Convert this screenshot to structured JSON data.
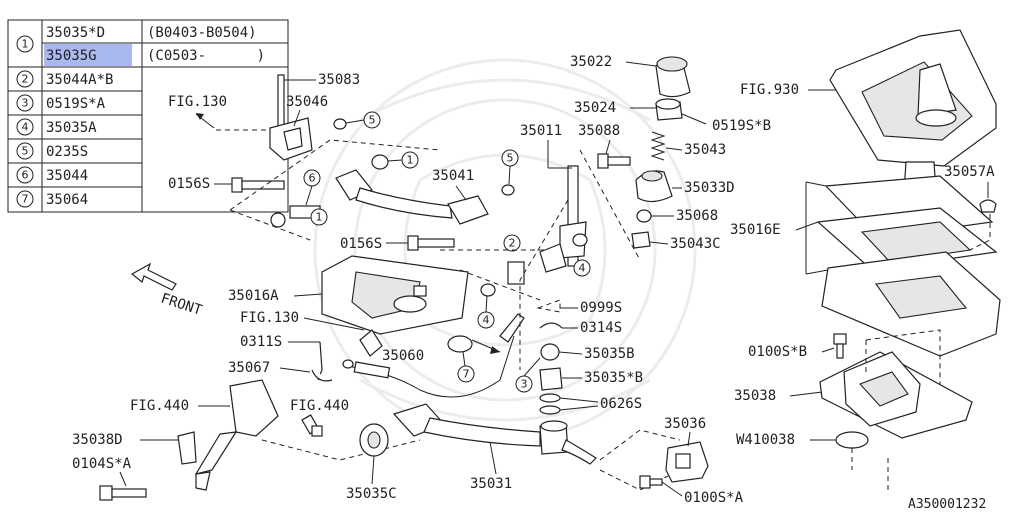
{
  "legend_table": {
    "rows": [
      {
        "num": "1",
        "entries": [
          {
            "part": "35035*D",
            "note": "(B0403-B0504)",
            "highlighted": false
          },
          {
            "part": "35035G",
            "note": "(C0503-      )",
            "highlighted": true
          }
        ]
      },
      {
        "num": "2",
        "entries": [
          {
            "part": "35044A*B",
            "note": "",
            "highlighted": false
          }
        ]
      },
      {
        "num": "3",
        "entries": [
          {
            "part": "0519S*A",
            "note": "",
            "highlighted": false
          }
        ]
      },
      {
        "num": "4",
        "entries": [
          {
            "part": "35035A",
            "note": "",
            "highlighted": false
          }
        ]
      },
      {
        "num": "5",
        "entries": [
          {
            "part": "0235S",
            "note": "",
            "highlighted": false
          }
        ]
      },
      {
        "num": "6",
        "entries": [
          {
            "part": "35044",
            "note": "",
            "highlighted": false
          }
        ]
      },
      {
        "num": "7",
        "entries": [
          {
            "part": "35064",
            "note": "",
            "highlighted": false
          }
        ]
      }
    ]
  },
  "labels": {
    "l35083": "35083",
    "fig130_top": "FIG.130",
    "l35046": "35046",
    "l0156s_a": "0156S",
    "l35041": "35041",
    "l0156s_b": "0156S",
    "l35011": "35011",
    "l35088": "35088",
    "l35022": "35022",
    "l35024": "35024",
    "l0519sb": "0519S*B",
    "l35043": "35043",
    "l35033d": "35033D",
    "l35068": "35068",
    "l35043c": "35043C",
    "front": "FRONT",
    "l35016a": "35016A",
    "fig130_mid": "FIG.130",
    "l0311s": "0311S",
    "l35060": "35060",
    "l35067": "35067",
    "l0999s": "0999S",
    "l0314s": "0314S",
    "l35035b": "35035B",
    "l35035sb": "35035*B",
    "l0626s": "0626S",
    "fig440_a": "FIG.440",
    "fig440_b": "FIG.440",
    "l35038d": "35038D",
    "l0104sa": "0104S*A",
    "l35035c": "35035C",
    "l35031": "35031",
    "l35036": "35036",
    "l0100sa": "0100S*A",
    "fig930": "FIG.930",
    "l35057a": "35057A",
    "l35016e": "35016E",
    "l0100sb": "0100S*B",
    "l35038": "35038",
    "lw410038": "W410038",
    "ref": "A350001232"
  },
  "callouts": {
    "c1": "1",
    "c2": "2",
    "c3": "3",
    "c4": "4",
    "c5": "5",
    "c6": "6",
    "c7": "7"
  }
}
